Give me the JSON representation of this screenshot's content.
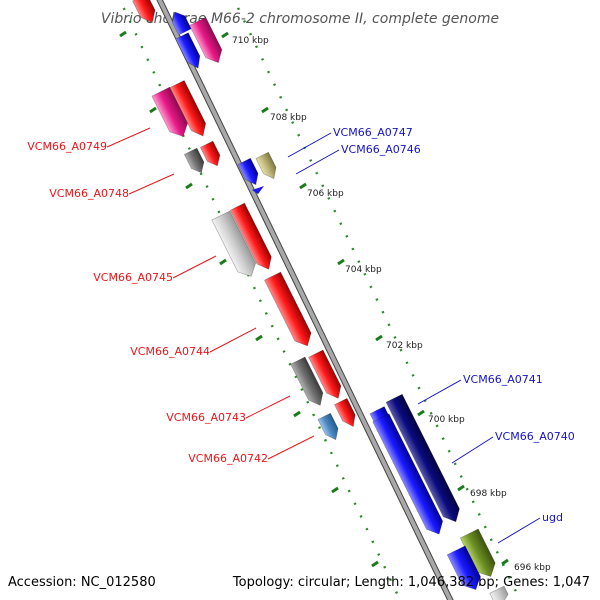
{
  "title": "Vibrio cholerae M66-2 chromosome II, complete genome",
  "footer": {
    "accession": "Accession: NC_012580",
    "summary": "Topology: circular; Length: 1,046,382 bp; Genes: 1,047"
  },
  "ticks": [
    "710 kbp",
    "708 kbp",
    "706 kbp",
    "704 kbp",
    "702 kbp",
    "700 kbp",
    "698 kbp",
    "696 kbp"
  ],
  "labels_left": [
    "VCM66_A0749",
    "VCM66_A0748",
    "VCM66_A0745",
    "VCM66_A0744",
    "VCM66_A0743",
    "VCM66_A0742"
  ],
  "labels_right": [
    "VCM66_A0747",
    "VCM66_A0746",
    "VCM66_A0741",
    "VCM66_A0740",
    "ugd"
  ],
  "colors": {
    "red": "#e8161b",
    "pink": "#e0187f",
    "blue": "#1a1af0",
    "navy": "#0a0a6e",
    "grey": "#6e6e6e",
    "light-grey": "#c4c4c4",
    "khaki": "#b8b070",
    "steel-blue": "#4a86c0",
    "olive": "#6b8e23",
    "green-dots": "#2a8a2a"
  }
}
